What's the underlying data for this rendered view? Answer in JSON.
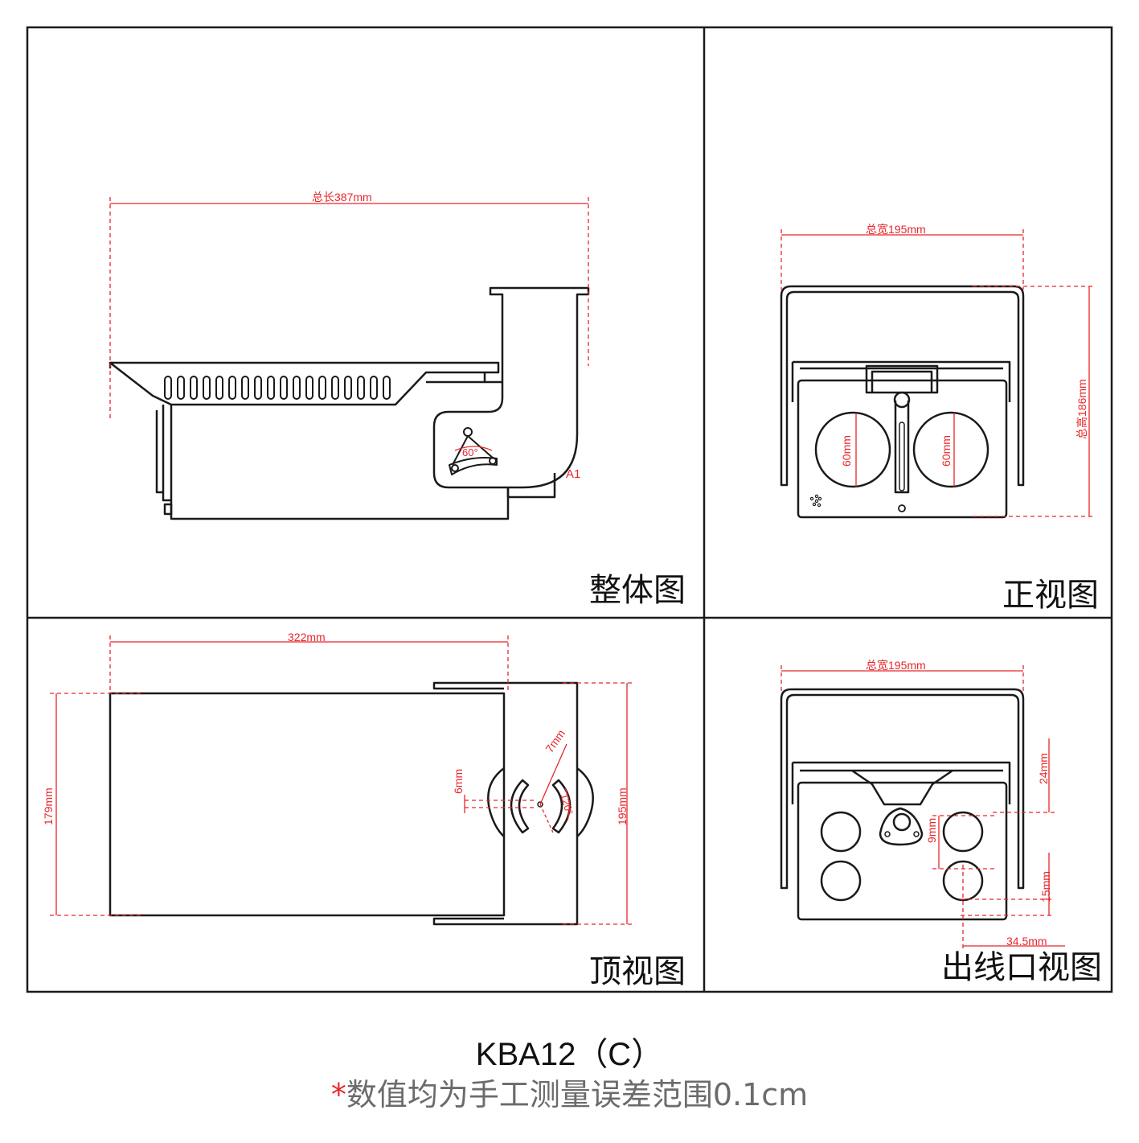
{
  "panels": {
    "overall": {
      "title": "整体图",
      "length_dim": "总长387mm",
      "angle": "60°",
      "part_label": "A1"
    },
    "front": {
      "title": "正视图",
      "width_dim": "总宽195mm",
      "height_dim": "总高186mm",
      "hole_left": "60mm",
      "hole_right": "60mm"
    },
    "top": {
      "title": "顶视图",
      "length_dim": "322mm",
      "left_dim": "179mm",
      "right_dim": "195mm",
      "slot_width": "7mm",
      "offset_dim": "6mm",
      "arc_angle": "120°"
    },
    "outlet": {
      "title": "出线口视图",
      "width_dim": "总宽195mm",
      "dim_24": "24mm",
      "dim_9": "9mm",
      "dim_15": "15mm",
      "dim_345": "34.5mm"
    }
  },
  "footer": {
    "model": "KBA12（C）",
    "note_star": "*",
    "note_text": "数值均为手工测量误差范围0.1cm"
  },
  "colors": {
    "line": "#1a1a1a",
    "dimension": "#e8262a",
    "note": "#6b6b6b"
  }
}
